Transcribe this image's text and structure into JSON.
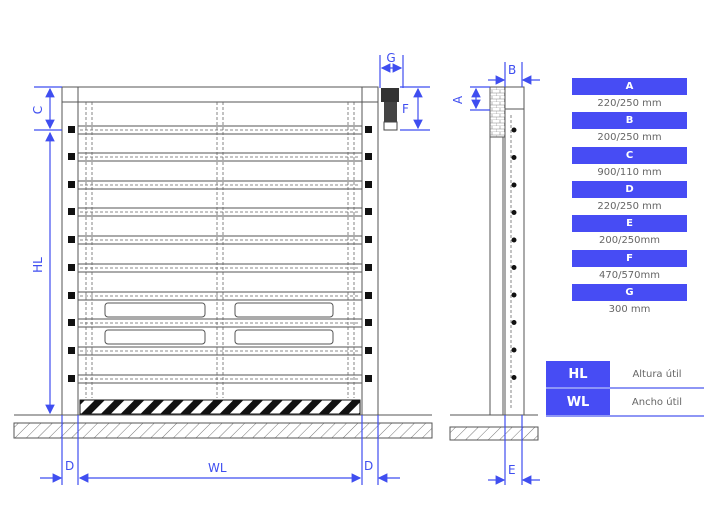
{
  "dimension_labels": {
    "A": "A",
    "B": "B",
    "C": "C",
    "D": "D",
    "E": "E",
    "F": "F",
    "G": "G",
    "HL": "HL",
    "WL": "WL"
  },
  "specs": [
    {
      "key": "A",
      "value": "220/250 mm"
    },
    {
      "key": "B",
      "value": "200/250 mm"
    },
    {
      "key": "C",
      "value": "900/110 mm"
    },
    {
      "key": "D",
      "value": "220/250 mm"
    },
    {
      "key": "E",
      "value": "200/250mm"
    },
    {
      "key": "F",
      "value": "470/570mm"
    },
    {
      "key": "G",
      "value": "300 mm"
    }
  ],
  "legend": [
    {
      "key": "HL",
      "label": "Altura útil"
    },
    {
      "key": "WL",
      "label": "Ancho útil"
    }
  ],
  "colors": {
    "accent": "#474cf4",
    "dimension": "#3f4ef0"
  }
}
